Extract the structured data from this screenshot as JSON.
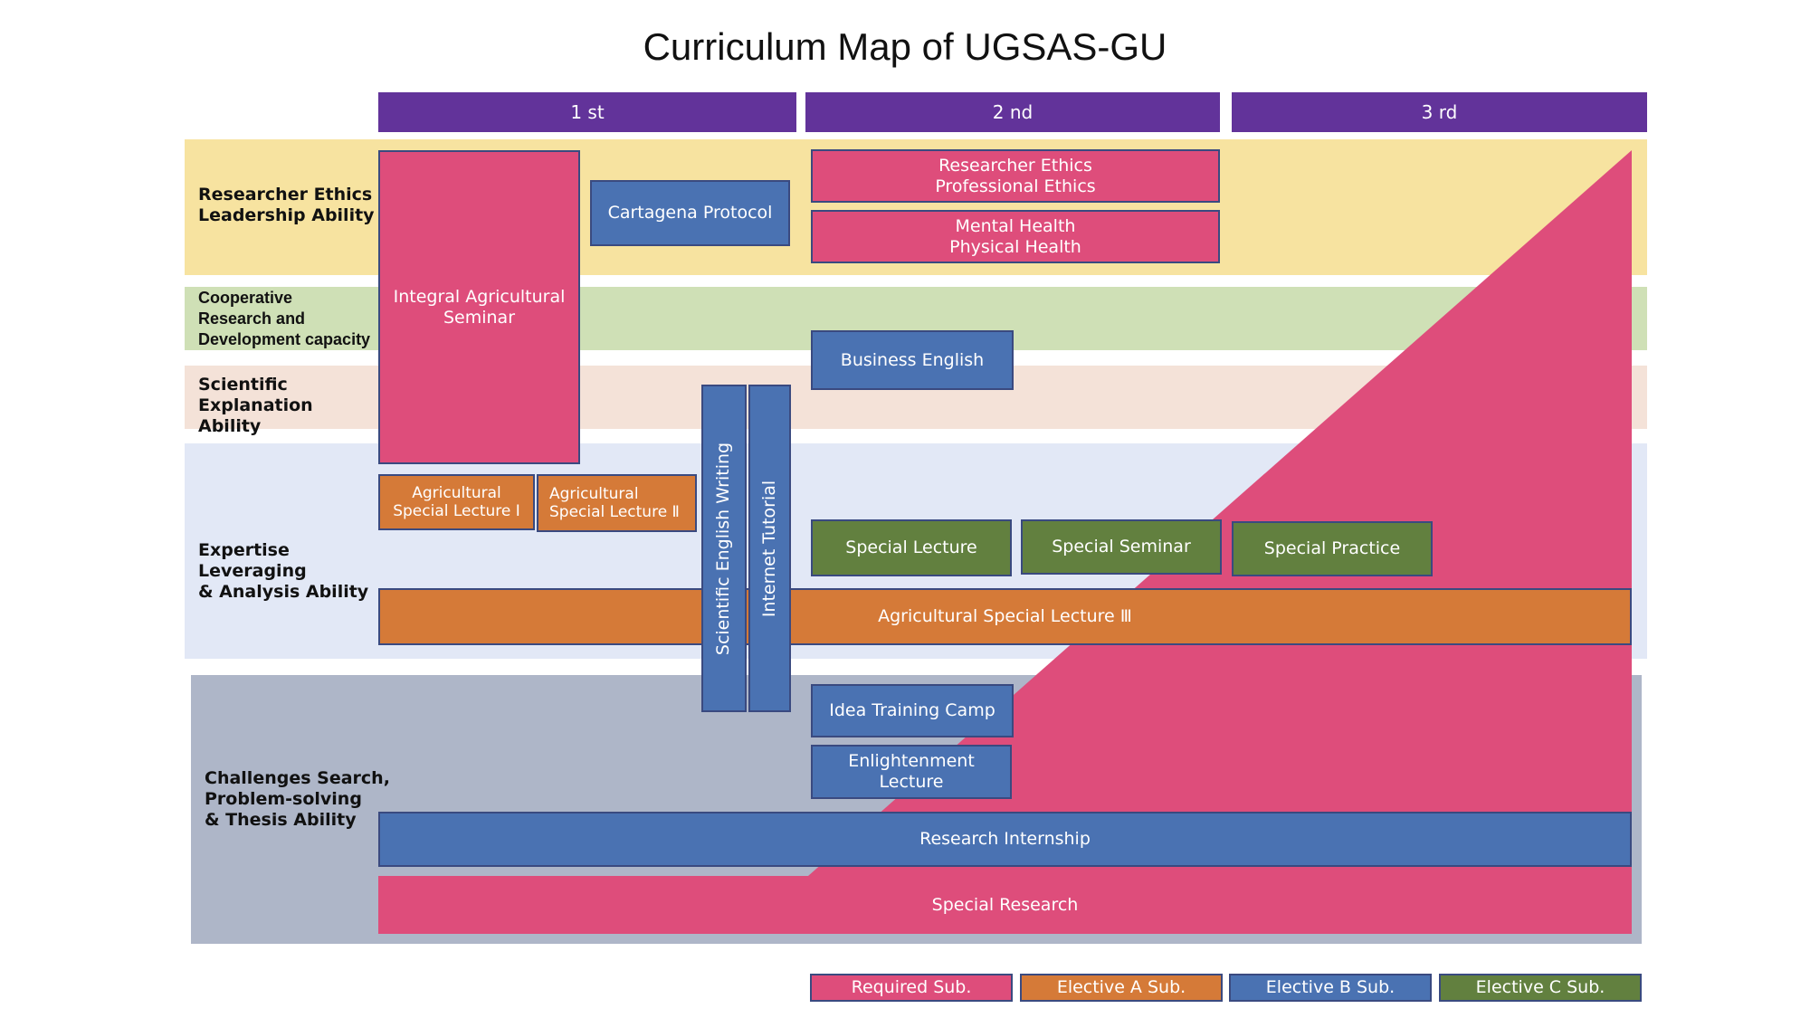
{
  "title": "Curriculum Map of UGSAS-GU",
  "years": [
    "1 st",
    "2 nd",
    "3 rd"
  ],
  "bands": {
    "ethics": "Researcher Ethics\nLeadership Ability",
    "cooperative": "Cooperative\nResearch and\nDevelopment capacity",
    "scientific": "Scientific\nExplanation Ability",
    "expertise": "Expertise Leveraging\n& Analysis Ability",
    "challenges": "Challenges Search,\nProblem-solving\n& Thesis Ability"
  },
  "subjects": {
    "integral_seminar": "Integral Agricultural\nSeminar",
    "cartagena": "Cartagena Protocol",
    "researcher_ethics": "Researcher Ethics\nProfessional Ethics",
    "mental_health": "Mental Health\nPhysical Health",
    "business_english": "Business English",
    "sci_english_writing": "Scientific English Writing",
    "internet_tutorial": "Internet Tutorial",
    "agri_lecture_1": "Agricultural\nSpecial Lecture Ⅰ",
    "agri_lecture_2": "Agricultural\nSpecial Lecture  Ⅱ",
    "special_lecture": "Special Lecture",
    "special_seminar": "Special Seminar",
    "special_practice": "Special Practice",
    "agri_lecture_3": "Agricultural Special Lecture Ⅲ",
    "idea_camp": "Idea Training Camp",
    "enlightenment": "Enlightenment\nLecture",
    "research_internship": "Research Internship",
    "special_research": "Special Research"
  },
  "legend": {
    "required": "Required Sub.",
    "elective_a": "Elective A Sub.",
    "elective_b": "Elective B Sub.",
    "elective_c": "Elective C Sub."
  },
  "colors": {
    "year_header": "#62339A",
    "required": "#DE4D7B",
    "elective_a": "#D57A38",
    "elective_b": "#4A72B2",
    "elective_c": "#62803F",
    "band_ethics": "#F7E3A0",
    "band_cooperative": "#CFE0B6",
    "band_scientific": "#F4E2D8",
    "band_expertise": "#E2E8F6",
    "band_challenges": "#AEB6C8"
  }
}
